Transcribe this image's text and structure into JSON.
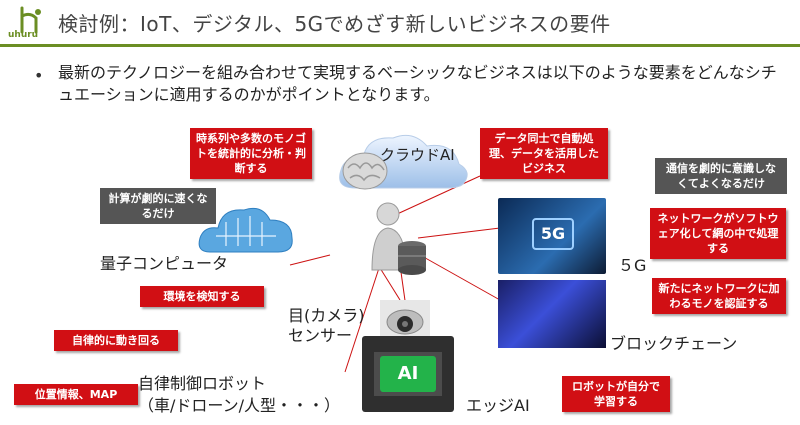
{
  "header": {
    "title": "検討例：IoT、デジタル、5Gでめざす新しいビジネスの要件",
    "logo_text": "uhuru"
  },
  "intro": {
    "bullet": "•",
    "text": "最新のテクノロジーを組み合わせて実現するベーシックなビジネスは以下のような要素をどんなシチュエーションに適用するのかがポイントとなります。"
  },
  "labels": {
    "cloud_ai": "クラウドAI",
    "quantum": "量子コンピュータ",
    "five_g": "５G",
    "eye_sensor_1": "目(カメラ)",
    "eye_sensor_2": "センサー",
    "blockchain": "ブロックチェーン",
    "robot_1": "自律制御ロボット",
    "robot_2": "（車/ドローン/人型・・・）",
    "edge_ai": "エッジAI",
    "chip_text": "AI",
    "chip_5g": "5G"
  },
  "callouts": {
    "timeseries": "時系列や多数のモノゴトを統計的に分析・判断する",
    "compute_speed": "計算が劇的に速くなるだけ",
    "data_auto": "データ同士で自動処理、データを活用したビジネス",
    "comm_unaware": "通信を劇的に意識しなくてよくなるだけ",
    "network_sw": "ネットワークがソフトウェア化して網の中で処理する",
    "env_detect": "環境を検知する",
    "new_network": "新たにネットワークに加わるモノを認証する",
    "autonomous": "自律的に動き回る",
    "location": "位置情報、MAP",
    "robot_learn": "ロボットが自分で学習する"
  },
  "colors": {
    "accent_green": "#6b8e23",
    "callout_red": "#d10f14",
    "callout_gray": "#555555"
  }
}
